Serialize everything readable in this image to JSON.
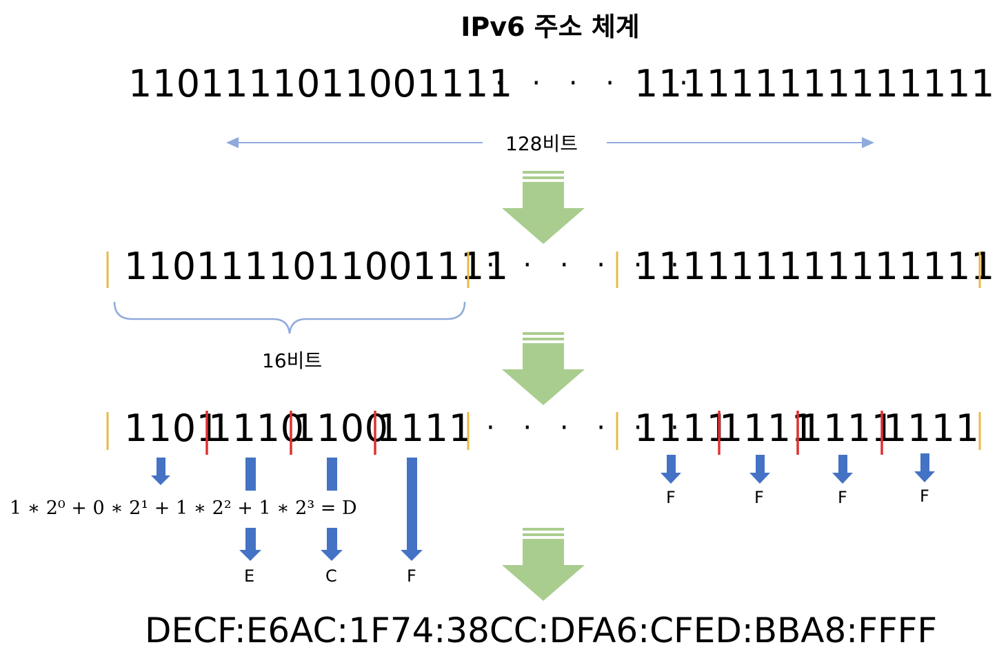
{
  "title": "IPv6 주소 체계",
  "row1": {
    "left_bits": "1101111011001111",
    "dots": "· · · · · ·",
    "right_bits": "1111111111111111",
    "span_label": "128비트"
  },
  "row2": {
    "left_bits": "1101111011001111",
    "dots": "· · · · · ·",
    "right_bits": "1111111111111111",
    "brace_label": "16비트"
  },
  "row3": {
    "left_groups": [
      "1101",
      "1110",
      "1100",
      "1111"
    ],
    "dots": "· · · · · ·",
    "right_groups": [
      "1111",
      "1111",
      "1111",
      "1111"
    ],
    "formula": "1 ∗ 2⁰ + 0 ∗ 2¹ + 1 ∗ 2² + 1 ∗ 2³ = D",
    "left_hex": [
      "E",
      "C",
      "F"
    ],
    "right_hex": [
      "F",
      "F",
      "F",
      "F"
    ]
  },
  "final_address": "DECF:E6AC:1F74:38CC:DFA6:CFED:BBA8:FFFF",
  "colors": {
    "arrow_green": "#a9cd8f",
    "arrow_blue": "#4472c4",
    "line_blue": "#8faadc",
    "divider_yellow": "#e8b944",
    "divider_red": "#e03030"
  },
  "icons": [
    "down-arrow-icon",
    "left-arrow-icon",
    "right-arrow-icon",
    "brace-icon"
  ]
}
